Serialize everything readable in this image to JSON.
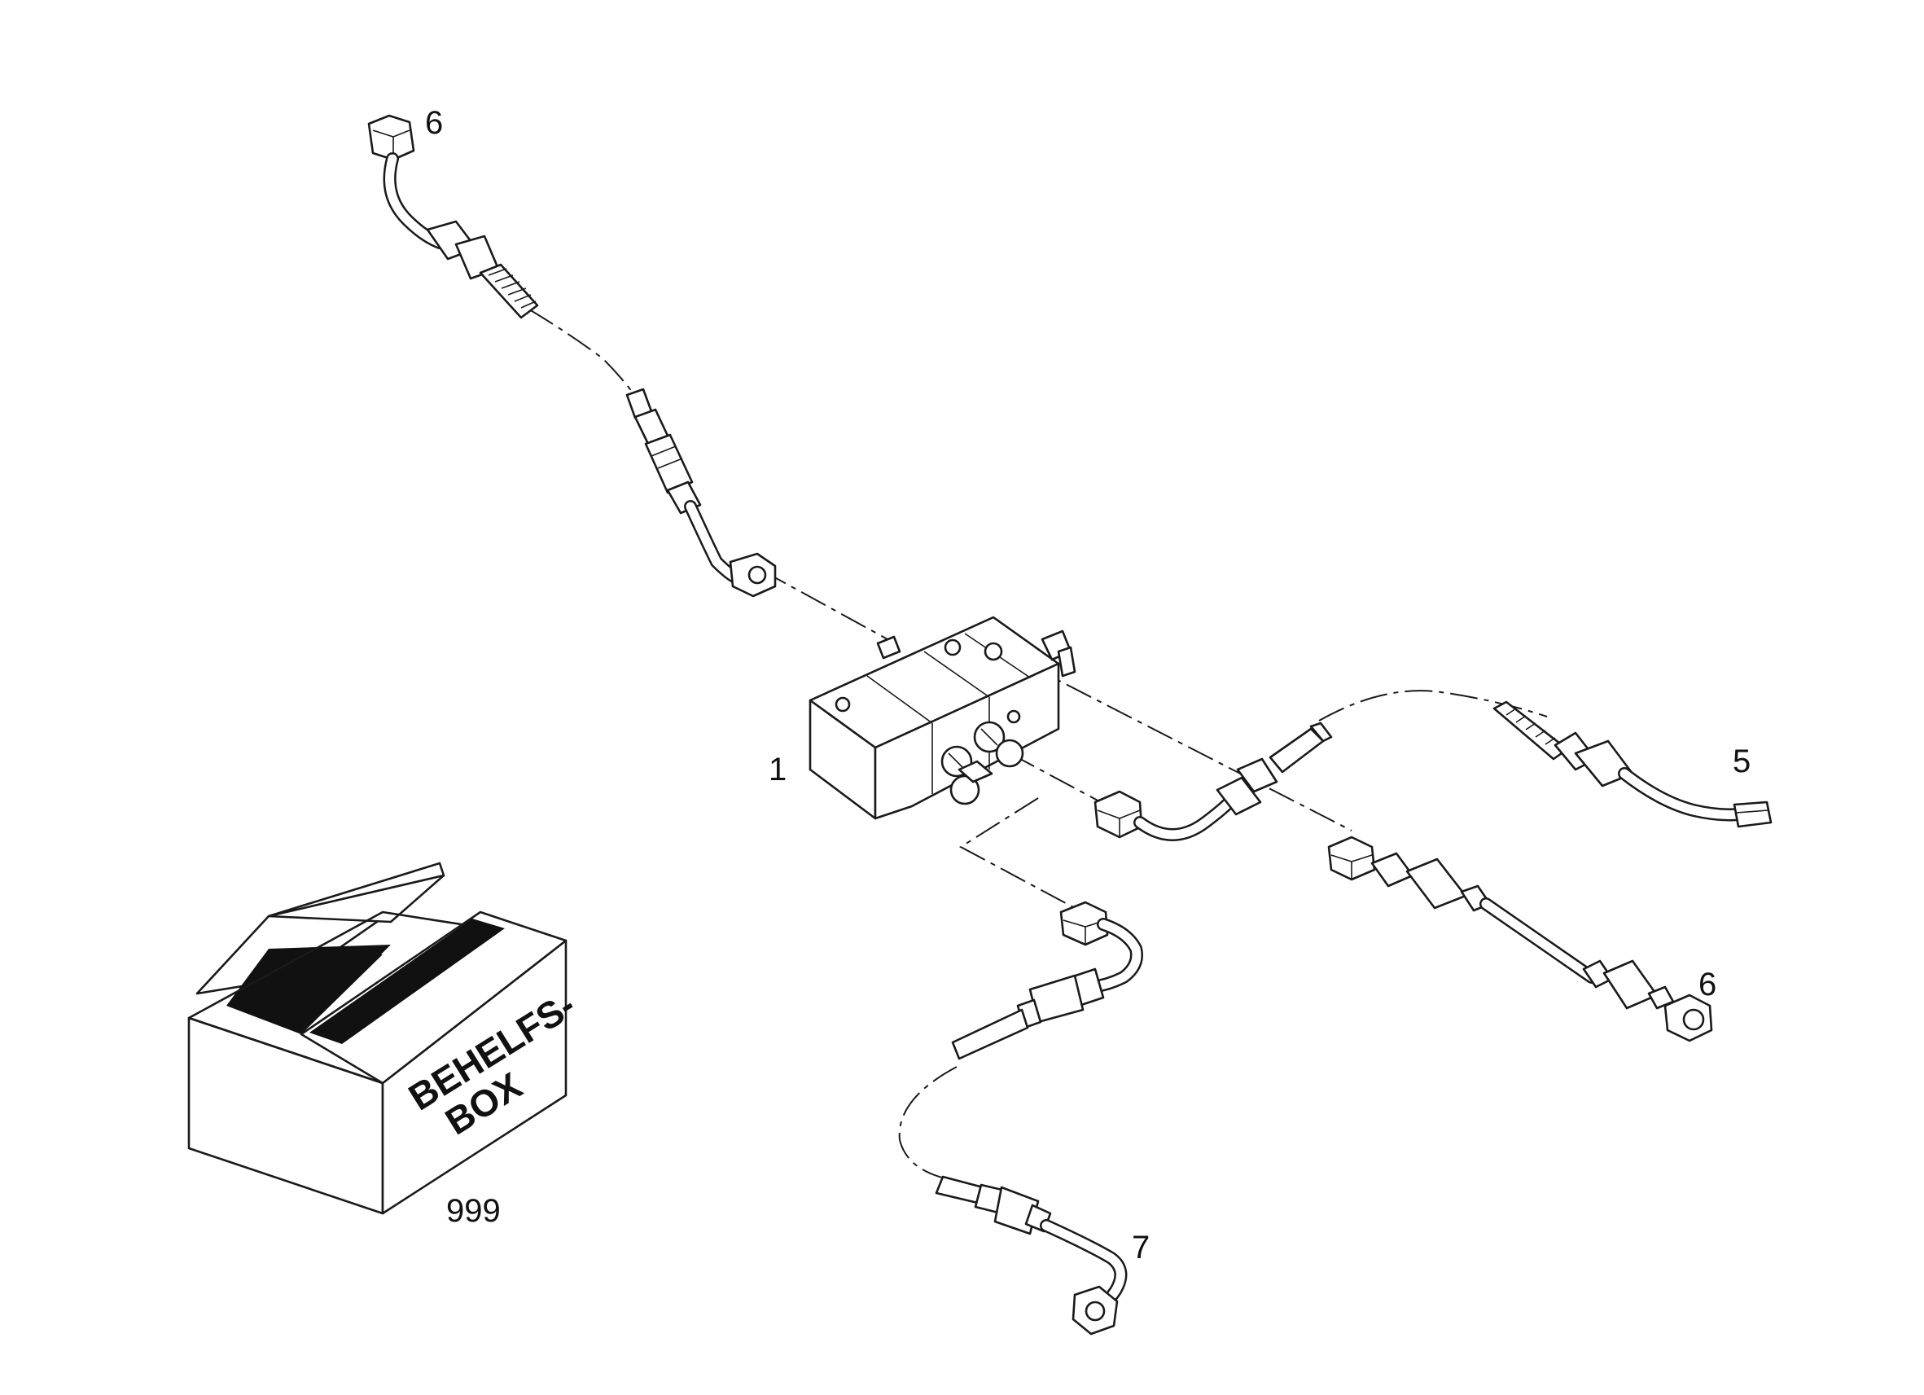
{
  "callouts": {
    "block": "1",
    "top_left_line": "6",
    "right_upper_line": "5",
    "right_lower_line": "6",
    "bottom_line": "7",
    "box": "999"
  },
  "box_label": {
    "line1": "BEHELFS-",
    "line2": "BOX"
  }
}
